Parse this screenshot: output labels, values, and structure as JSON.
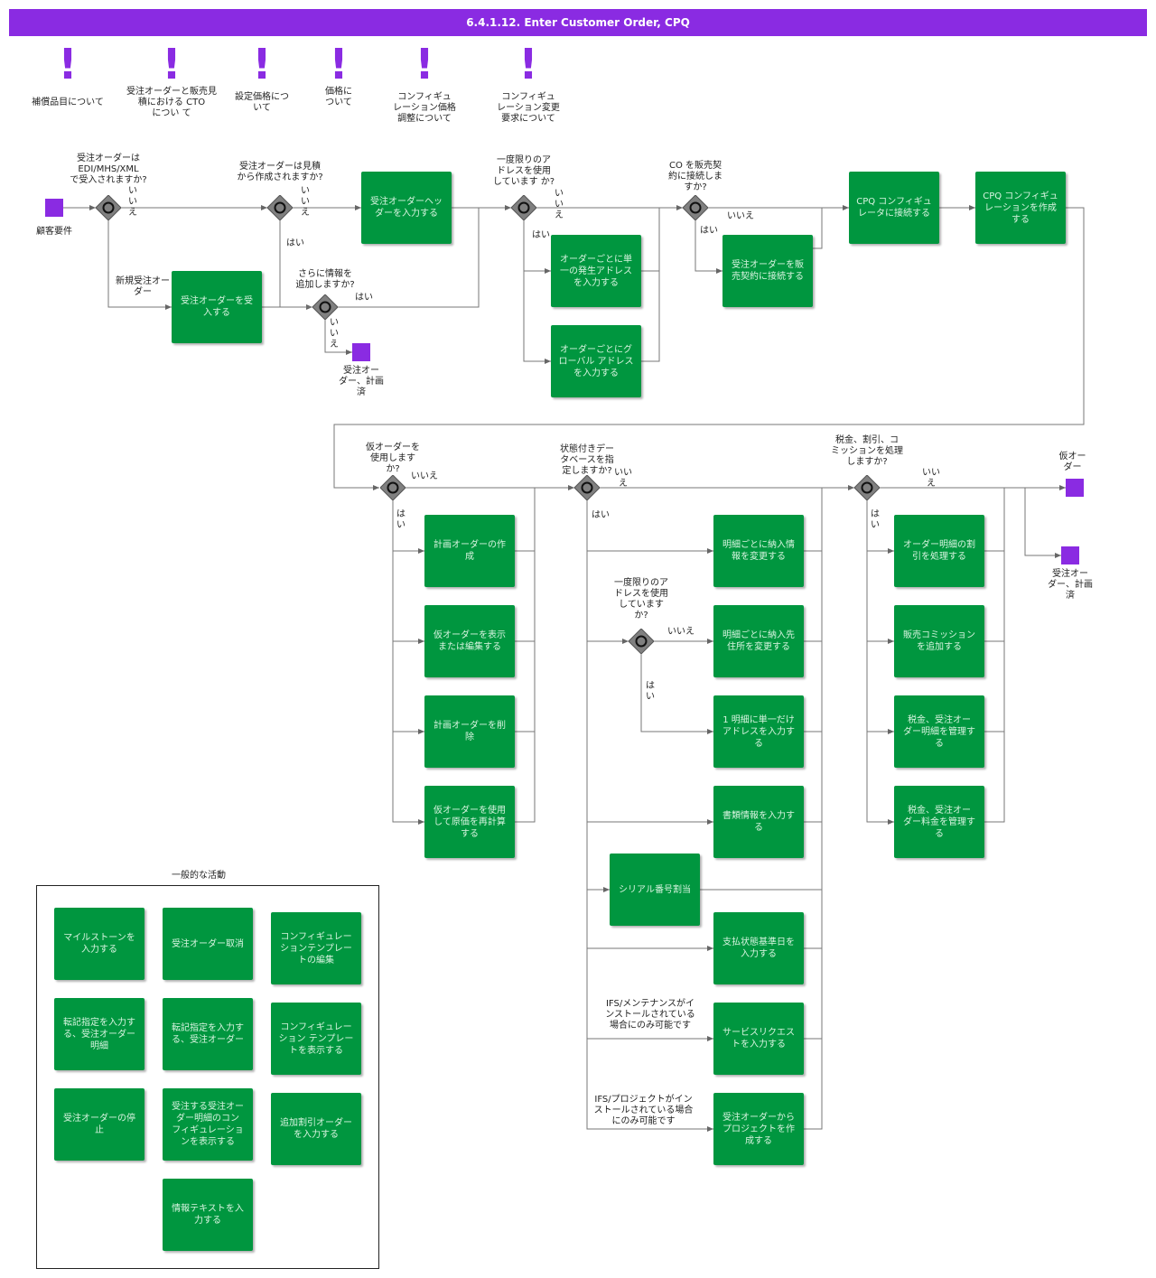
{
  "title": "6.4.1.12. Enter Customer Order, CPQ",
  "colors": {
    "header": "#8a2be2",
    "activity": "#00963f",
    "event": "#8a2be2",
    "gateway": "#808080"
  },
  "notes": [
    "補償品目について",
    "受注オーダーと販売見\n積における CTO\nについ て",
    "設定価格につ\nいて",
    "価格に\nついて",
    "コンフィギュ\nレーション価格\n調整について",
    "コンフィギュ\nレーション変更\n要求について"
  ],
  "events": {
    "start": "顧客要件",
    "end1": "受注オー\nダー、計画\n済",
    "end2": "仮オー\nダー",
    "end3": "受注オー\nダー、計画\n済"
  },
  "gateways": {
    "g1": "受注オーダーは\nEDI/MHS/XML\nで受入されますか?",
    "g2": "受注オーダーは見積\nから作成されますか?",
    "g3": "さらに情報を\n追加しますか?",
    "g4": "一度限りのア\nドレスを使用\nしています か?",
    "g5": "CO を販売契\n約に接続しま\nすか?",
    "g6": "仮オーダーを\n使用します\nか?",
    "g7": "状態付きデー\nタベースを指\n定しますか?",
    "g8": "一度限りのア\nドレスを使用\nしています\nか?",
    "g9": "税金、割引、コ\nミッションを処理\nしますか?"
  },
  "flow_labels": {
    "yes": "はい",
    "no_h": "いいえ",
    "no_v": "い\nい\nえ",
    "yes_v": "は\nい",
    "new_order": "新規受注オー\nダー",
    "ifs_maint": "IFS/メンテナンスがイ\nンストールされている\n場合にのみ可能です",
    "ifs_proj": "IFS/プロジェクトがイン\nストールされている場合\nにのみ可能です"
  },
  "activities": {
    "a1": "受注オーダーを受\n入する",
    "a2": "受注オーダーヘッ\nダーを入力する",
    "a3": "オーダーごとに単\n一の発生アドレス\nを入力する",
    "a4": "オーダーごとにグ\nローバル アドレス\nを入力する",
    "a5": "受注オーダーを販\n売契約に接続する",
    "a6": "CPQ コンフィギュ\nレータに接続する",
    "a7": "CPQ コンフィギュ\nレーションを作成\nする",
    "b1": "計画オーダーの作\n成",
    "b2": "仮オーダーを表示\nまたは編集する",
    "b3": "計画オーダーを削\n除",
    "b4": "仮オーダーを使用\nして原価を再計算\nする",
    "c1": "明細ごとに納入情\n報を変更する",
    "c2": "明細ごとに納入先\n住所を変更する",
    "c3": "1 明細に単一だけ\nアドレスを入力す\nる",
    "c4": "書類情報を入力す\nる",
    "c5": "シリアル番号割当",
    "c6": "支払状態基準日を\n入力する",
    "c7": "サービスリクエス\nトを入力する",
    "c8": "受注オーダーから\nプロジェクトを作\n成する",
    "d1": "オーダー明細の割\n引を処理する",
    "d2": "販売コミッション\nを追加する",
    "d3": "税金、受注オー\nダー明細を管理す\nる",
    "d4": "税金、受注オー\nダー料金を管理す\nる"
  },
  "general": {
    "title": "一般的な活動",
    "items": [
      "マイルストーンを\n入力する",
      "受注オーダー取消",
      "コンフィギュレー\nションテンプレー\nトの編集",
      "転記指定を入力す\nる、受注オーダー\n明細",
      "転記指定を入力す\nる、受注オーダー",
      "コンフィギュレー\nション テンプレー\nトを表示する",
      "受注オーダーの停\n止",
      "受注する受注オー\nダー明細のコン\nフィギュレーショ\nンを表示する",
      "追加割引オーダー\nを入力する",
      "情報テキストを入\n力する"
    ]
  }
}
